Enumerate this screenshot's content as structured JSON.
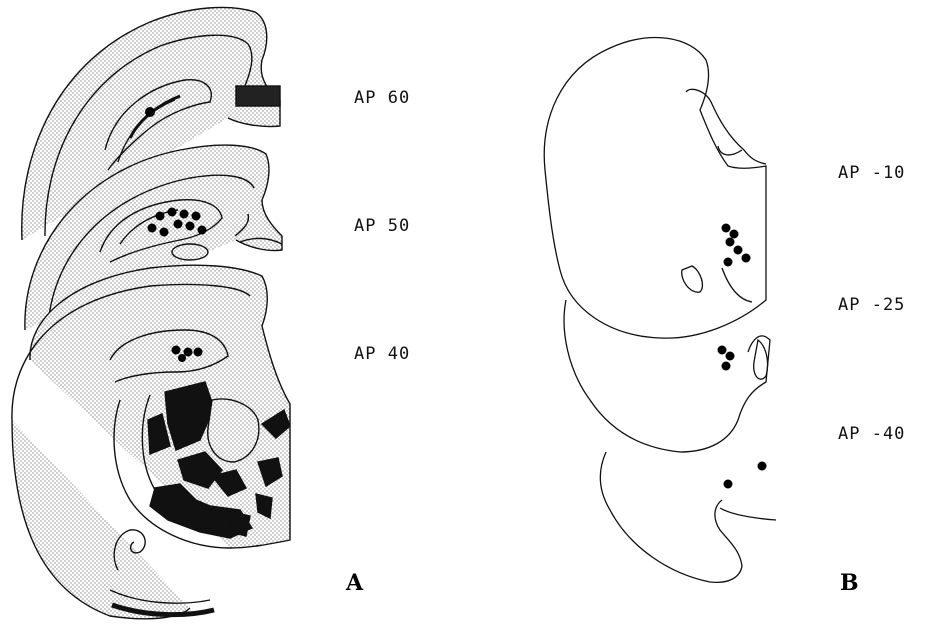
{
  "panel_a": {
    "letter": "A",
    "levels": [
      "AP 60",
      "AP 50",
      "AP 40"
    ]
  },
  "panel_b": {
    "letter": "B",
    "levels": [
      "AP -10",
      "AP -25",
      "AP -40"
    ]
  }
}
